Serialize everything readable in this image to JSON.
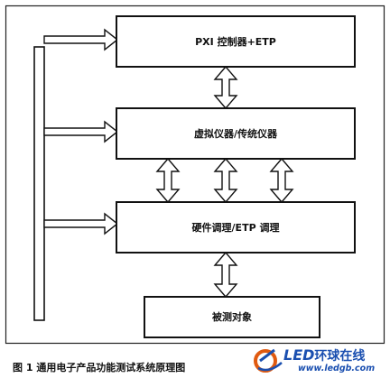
{
  "blocks": {
    "pxi": "PXI 控制器+ETP",
    "virtual": "虚拟仪器/传统仪器",
    "hardware": "硬件调理/ETP 调理",
    "dut": "被测对象"
  },
  "caption": "图 1  通用电子产品功能测试系统原理图",
  "logo": {
    "brand_latin": "LED",
    "brand_cn": "环球在线",
    "url": "www.ledgb.com"
  }
}
